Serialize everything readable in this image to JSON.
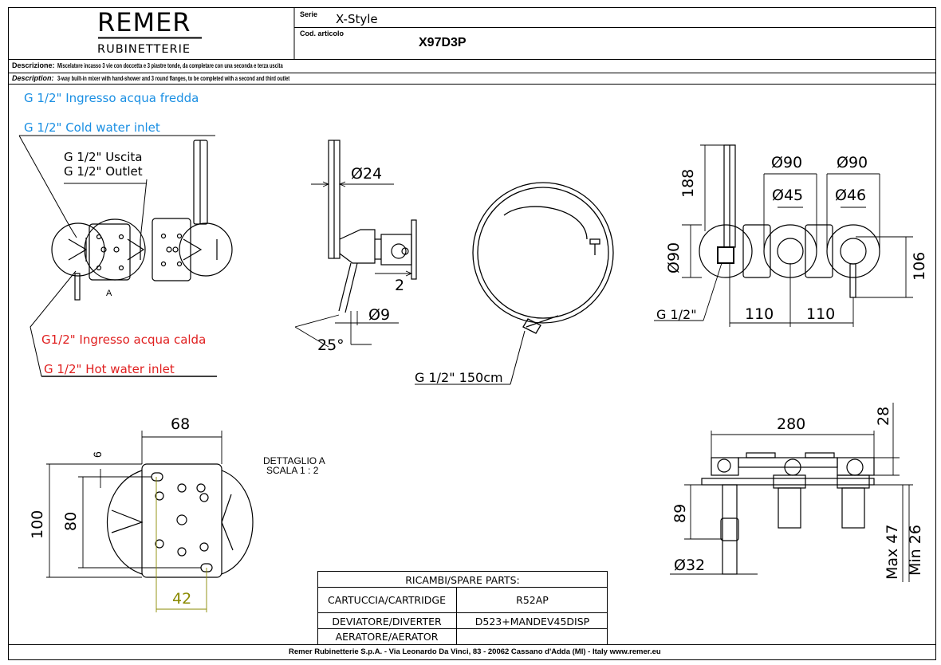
{
  "brand": {
    "name": "REMER",
    "sub": "RUBINETTERIE"
  },
  "header": {
    "serie_label": "Serie",
    "serie_value": "X-Style",
    "code_label": "Cod. articolo",
    "code_value": "X97D3P",
    "desc_it_label": "Descrizione:",
    "desc_it": "Miscelatore incasso 3 vie con doccetta e 3 piastre tonde, da completare con una seconda e terza uscita",
    "desc_en_label": "Description:",
    "desc_en": "3-way built-in mixer with hand-shower and 3 round flanges, to be completed with a second and third outlet"
  },
  "labels": {
    "cold_it": "G 1/2\" Ingresso acqua fredda",
    "cold_en": "G 1/2\" Cold water inlet",
    "out_it": "G 1/2\" Uscita",
    "out_en": "G 1/2\" Outlet",
    "hot_it": "G1/2\" Ingresso acqua calda",
    "hot_en": "G 1/2\" Hot water inlet",
    "detail_ref": "A",
    "hose": "G 1/2\" 150cm",
    "g12": "G 1/2\"",
    "detail_title": "DETTAGLIO A",
    "detail_scale": "SCALA 1 : 2"
  },
  "dims": {
    "d24": "Ø24",
    "two": "2",
    "d9": "Ø9",
    "angle": "25°",
    "h188": "188",
    "d90a": "Ø90",
    "d90b": "Ø90",
    "d45": "Ø45",
    "d46": "Ø46",
    "d90side": "Ø90",
    "h106": "106",
    "w110a": "110",
    "w110b": "110",
    "w68": "68",
    "w6": "6",
    "h100": "100",
    "h80": "80",
    "w42": "42",
    "w280": "280",
    "h28": "28",
    "h89": "89",
    "d32": "Ø32",
    "max": "Max 47",
    "min": "Min 26"
  },
  "parts": {
    "title": "RICAMBI/SPARE PARTS:",
    "rows": [
      {
        "name": "CARTUCCIA/CARTRIDGE",
        "code": "R52AP"
      },
      {
        "name": "DEVIATORE/DIVERTER",
        "code": "D523+MANDEV45DISP"
      },
      {
        "name": "AERATORE/AERATOR",
        "code": ""
      }
    ]
  },
  "footer": "Remer Rubinetterie S.p.A. - Via Leonardo Da Vinci, 83 - 20062 Cassano d'Adda (MI) - Italy www.remer.eu"
}
